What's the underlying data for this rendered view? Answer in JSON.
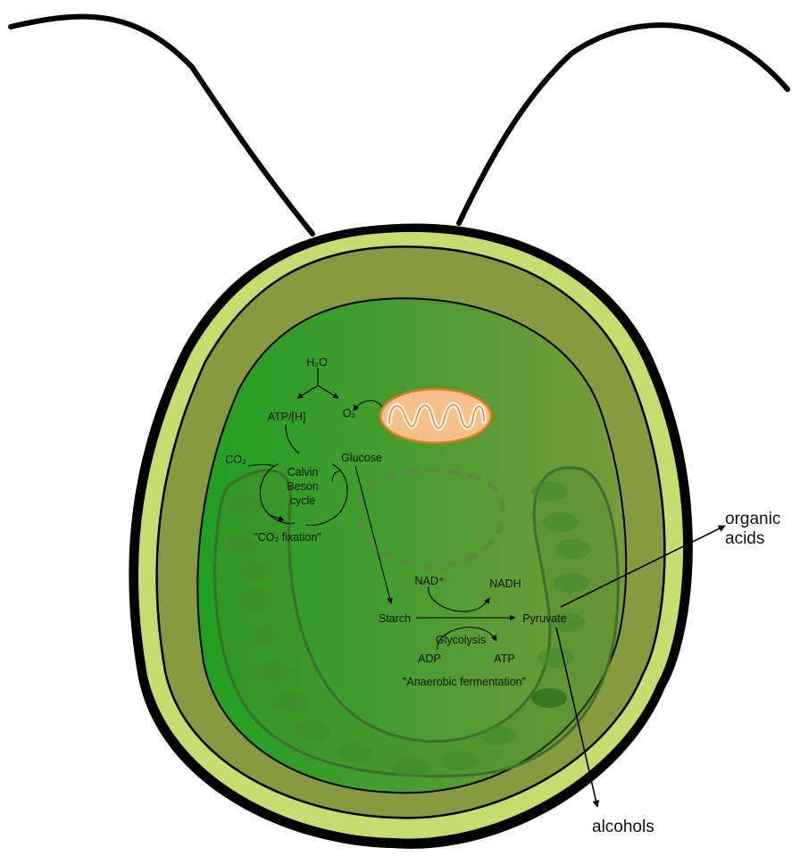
{
  "labels": {
    "h2o": "H₂O",
    "o2": "O₂",
    "atp_h": "ATP/[H]",
    "co2": "CO₂",
    "calvin_1": "Calvin",
    "calvin_2": "Beson",
    "calvin_3": "cycle",
    "co2_fixation": "\"CO₂ fixation\"",
    "glucose": "Glucose",
    "nad": "NAD⁺",
    "nadh": "NADH",
    "starch": "Starch",
    "pyruvate": "Pyruvate",
    "glycolysis": "Glycolysis",
    "adp": "ADP",
    "atp": "ATP",
    "anaerobic": "\"Anaerobic fermentation\"",
    "organic_1": "organic",
    "organic_2": "acids",
    "alcohols": "alcohols"
  },
  "colors": {
    "outer_wall": "#000000",
    "cell_wall": "#c5dc6e",
    "cytoplasm": "#869a3f",
    "chloroplast_left": "#2aa02a",
    "chloroplast_right": "#6aa03a",
    "thylakoid": "#3f8f2a",
    "mitochondrion_fill": "#f5c08a",
    "mitochondrion_stroke": "#e07b20",
    "mitochondrion_cristae": "#fdf2e4"
  },
  "icons": {
    "mitochondrion": "mitochondrion-icon",
    "pyrenoid": "pyrenoid-dashed-outline"
  }
}
